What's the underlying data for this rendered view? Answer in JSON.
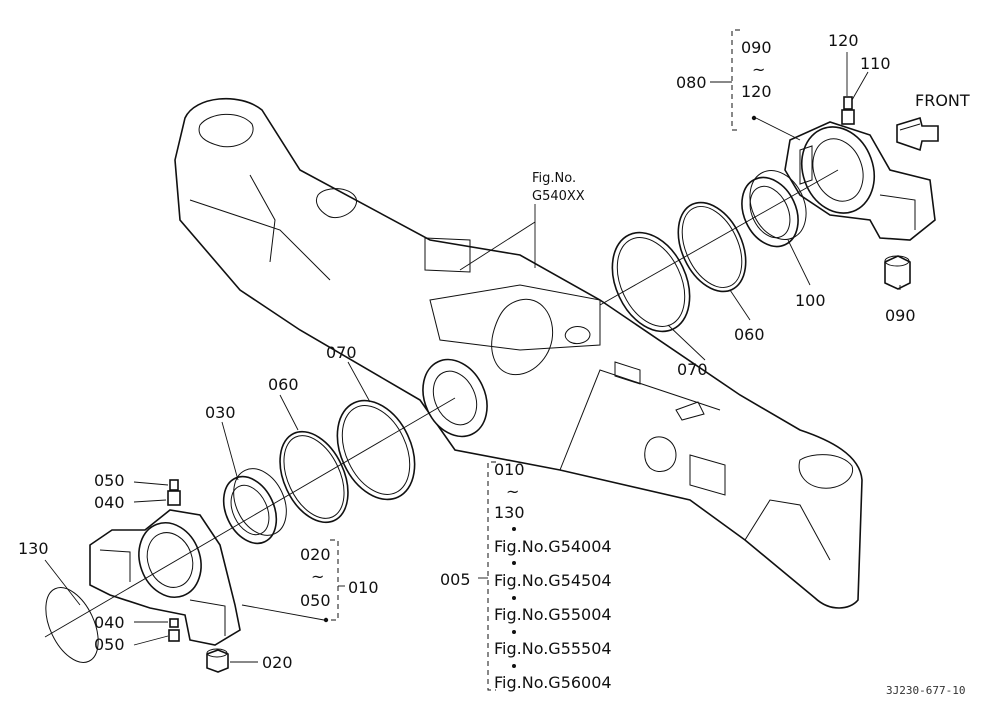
{
  "callouts": {
    "c090_top": "090",
    "c120_top": "120",
    "c080": "080",
    "c120": "120",
    "c110": "110",
    "front": "FRONT",
    "fig_no": "Fig.No.",
    "fig_g540xx": "G540XX",
    "c070_right": "070",
    "c060_right": "060",
    "c100": "100",
    "c090": "090",
    "c070_left": "070",
    "c060_left": "060",
    "c030": "030",
    "c050_a": "050",
    "c040_a": "040",
    "c130": "130",
    "c020_range": "020",
    "c050_range": "050",
    "c010": "010",
    "c040_b": "040",
    "c050_b": "050",
    "c020": "020",
    "c010_range": "010",
    "c130_range": "130",
    "c005": "005",
    "tilde": "~",
    "fig_refs": [
      "Fig.No.G54004",
      "Fig.No.G54504",
      "Fig.No.G55004",
      "Fig.No.G55504",
      "Fig.No.G56004"
    ],
    "drawing_code": "3J230-677-10"
  }
}
